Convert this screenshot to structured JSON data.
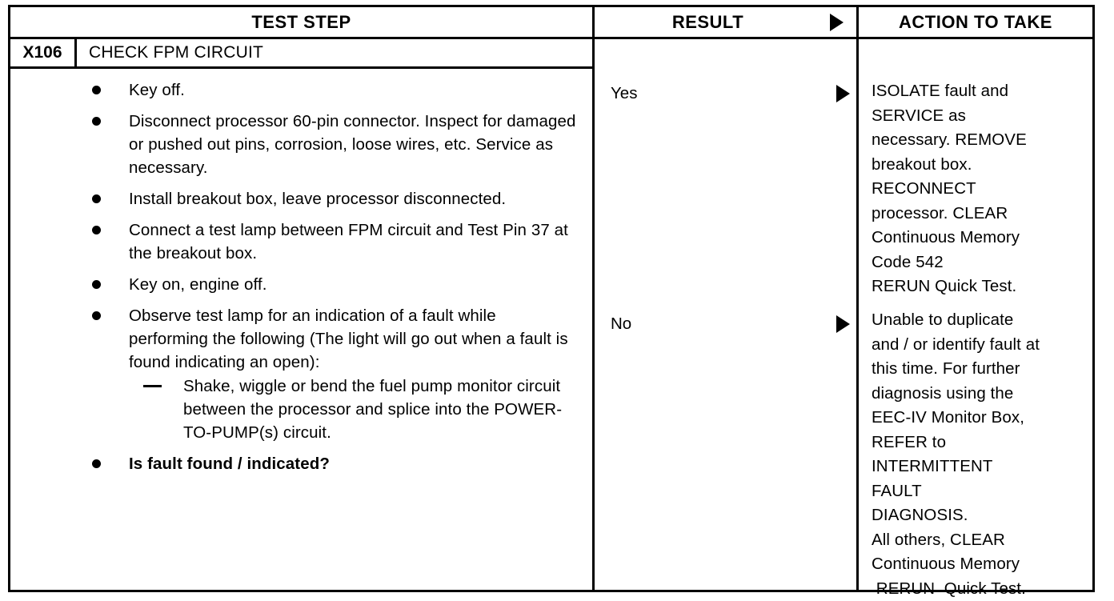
{
  "table": {
    "headers": {
      "test_step": "TEST STEP",
      "result": "RESULT",
      "action": "ACTION TO TAKE",
      "result_arrow_icon": "right-triangle-icon"
    },
    "step": {
      "code": "X106",
      "title": "CHECK FPM CIRCUIT"
    },
    "test_steps": [
      {
        "text": "Key off.",
        "bold": false
      },
      {
        "text": "Disconnect processor 60-pin connector. Inspect for damaged or pushed out pins, corrosion, loose wires, etc. Service as necessary.",
        "bold": false
      },
      {
        "text": "Install breakout box, leave processor disconnected.",
        "bold": false
      },
      {
        "text": "Connect a test lamp between FPM circuit and Test Pin 37 at the breakout box.",
        "bold": false
      },
      {
        "text": "Key on, engine off.",
        "bold": false
      },
      {
        "text": "Observe test lamp for an indication of a fault while performing the following (The light will go out when a fault is found indicating an open):",
        "bold": false,
        "sub": "Shake, wiggle or bend the fuel pump monitor circuit between the processor and splice into the POWER-TO-PUMP(s) circuit."
      },
      {
        "text": "Is fault found / indicated?",
        "bold": true
      }
    ],
    "results": [
      {
        "label": "Yes",
        "arrow_icon": "right-triangle-icon"
      },
      {
        "label": "No",
        "arrow_icon": "right-triangle-icon"
      }
    ],
    "actions": [
      {
        "for_result": "Yes",
        "lines": [
          "ISOLATE fault and",
          "SERVICE as",
          "necessary. REMOVE",
          "breakout box.",
          "RECONNECT",
          "processor. CLEAR",
          "Continuous Memory",
          "Code 542",
          "RERUN Quick Test."
        ]
      },
      {
        "for_result": "No",
        "lines": [
          "Unable to duplicate",
          "and / or identify fault at",
          "this time. For further",
          "diagnosis using the",
          "EEC-IV Monitor Box,",
          "REFER to",
          "INTERMITTENT",
          "FAULT",
          "DIAGNOSIS.",
          "All others, CLEAR",
          "Continuous Memory",
          " RERUN  Quick Test."
        ]
      }
    ]
  }
}
